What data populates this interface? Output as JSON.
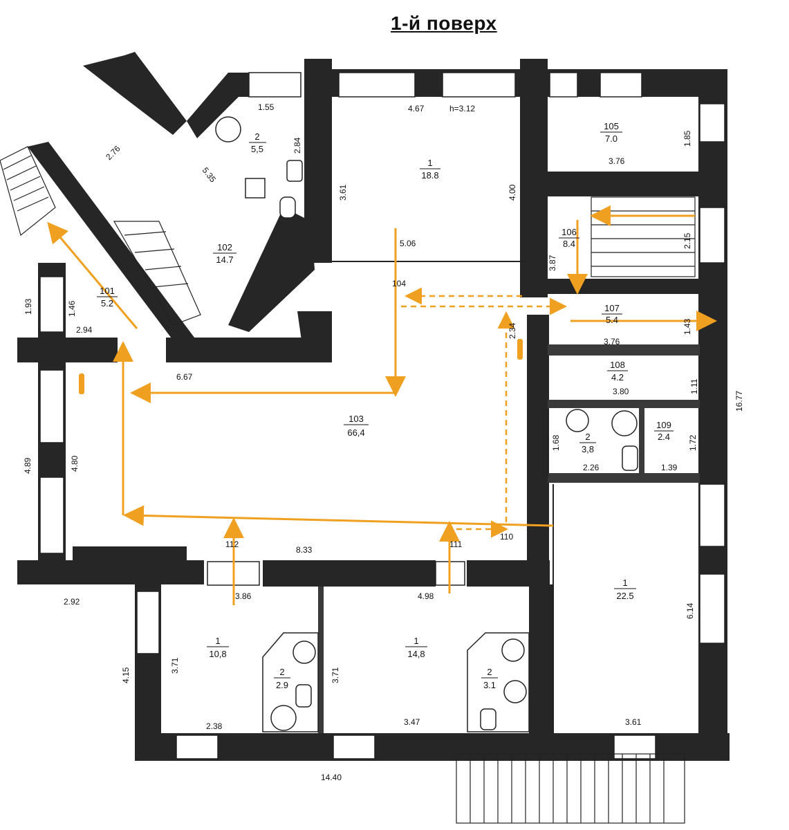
{
  "title": "1-й поверх",
  "rooms": [
    {
      "id": "r1",
      "number": "1",
      "area": "18.8"
    },
    {
      "id": "r2",
      "number": "2",
      "area": "5,5"
    },
    {
      "id": "r102",
      "number": "102",
      "area": "14.7"
    },
    {
      "id": "r101",
      "number": "101",
      "area": "5.2"
    },
    {
      "id": "r103",
      "number": "103",
      "area": "66,4"
    },
    {
      "id": "r105",
      "number": "105",
      "area": "7.0"
    },
    {
      "id": "r106",
      "number": "106",
      "area": "8.4"
    },
    {
      "id": "r107",
      "number": "107",
      "area": "5.4"
    },
    {
      "id": "r108",
      "number": "108",
      "area": "4.2"
    },
    {
      "id": "r2b",
      "number": "2",
      "area": "3,8"
    },
    {
      "id": "r109",
      "number": "109",
      "area": "2.4"
    },
    {
      "id": "r1b",
      "number": "1",
      "area": "22.5"
    },
    {
      "id": "r1c",
      "number": "1",
      "area": "10,8"
    },
    {
      "id": "r2c",
      "number": "2",
      "area": "2.9"
    },
    {
      "id": "r1d",
      "number": "1",
      "area": "14,8"
    },
    {
      "id": "r2d",
      "number": "2",
      "area": "3.1"
    }
  ],
  "dimensions": {
    "d155": "1.55",
    "d467": "4.67",
    "h312": "h=3.12",
    "d284": "2.84",
    "d276": "2.76",
    "d535": "5.35",
    "d361a": "3.61",
    "d400": "4.00",
    "d506": "5.06",
    "d104": "104",
    "d193": "1.93",
    "d146": "1.46",
    "d294": "2.94",
    "d667": "6.67",
    "d185": "1.85",
    "d376a": "3.76",
    "d215": "2.15",
    "d387": "3.87",
    "d143": "1.43",
    "d376b": "3.76",
    "d234": "2.34",
    "d111": "1.11",
    "d380": "3.80",
    "d1677": "16.77",
    "d168": "1.68",
    "d226": "2.26",
    "d172": "1.72",
    "d139": "1.39",
    "d489": "4.89",
    "d480": "4.80",
    "d110": "110",
    "d112": "112",
    "d111b": "111",
    "d833": "8.33",
    "d292": "2.92",
    "d386": "3.86",
    "d498": "4.98",
    "d614": "6.14",
    "d415": "4.15",
    "d371a": "3.71",
    "d371b": "3.71",
    "d238": "2.38",
    "d347": "3.47",
    "d361b": "3.61",
    "d1440": "14.40"
  },
  "colors": {
    "wall": "#262626",
    "evacuation_arrow": "#f0a020"
  }
}
